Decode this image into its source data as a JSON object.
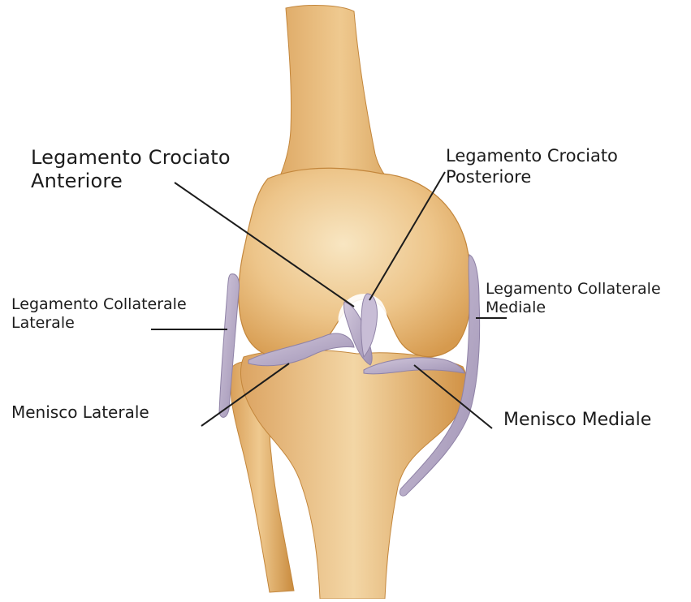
{
  "labels": {
    "acl": {
      "line1": "Legamento Crociato",
      "line2": "Anteriore"
    },
    "pcl": {
      "line1": "Legamento Crociato",
      "line2": "Posteriore"
    },
    "lcl": {
      "line1": "Legamento Collaterale",
      "line2": "Laterale"
    },
    "mcl": {
      "line1": "Legamento Collaterale",
      "line2": "Mediale"
    },
    "lateral_meniscus": "Menisco Laterale",
    "medial_meniscus": "Menisco Mediale"
  },
  "colors": {
    "bone": "#e9b877",
    "bone_light": "#f6dfb4",
    "bone_shadow": "#c98b3e",
    "ligament": "#b9aec8",
    "ligament_edge": "#8f82a6",
    "leader_line": "#1c1c1c",
    "text": "#1c1c1c"
  }
}
